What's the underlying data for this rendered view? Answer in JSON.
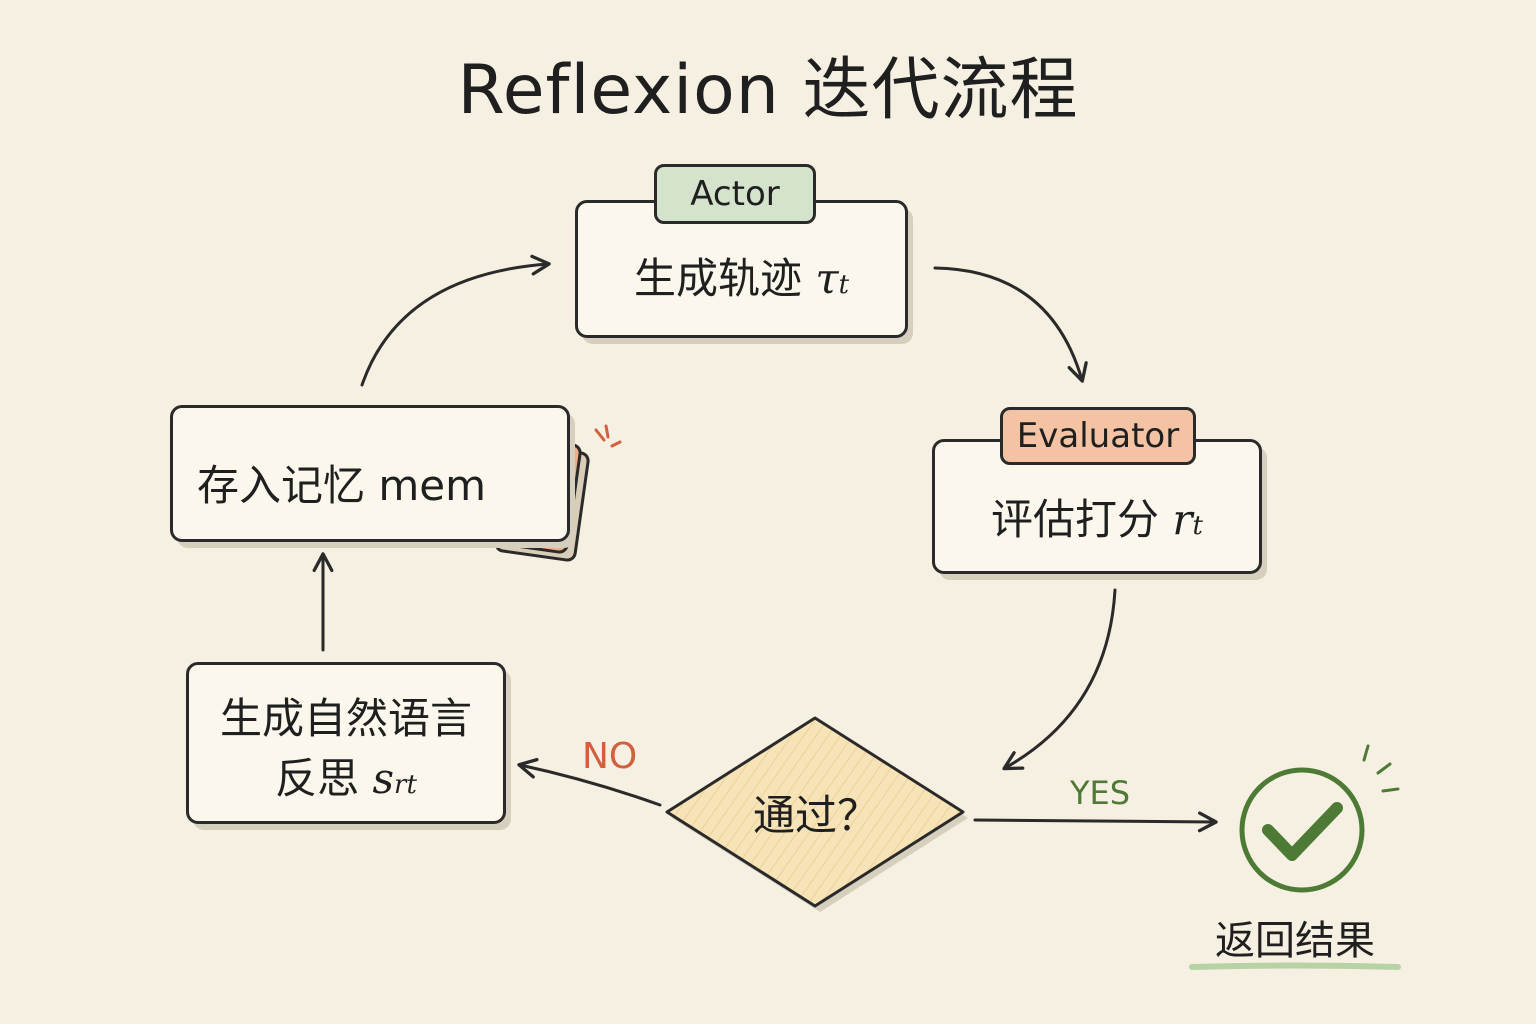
{
  "title": "Reflexion 迭代流程",
  "nodes": {
    "actor": {
      "tag": "Actor",
      "text": "生成轨迹",
      "symbol": "τ",
      "subscript": "t"
    },
    "evaluator": {
      "tag": "Evaluator",
      "text": "评估打分",
      "symbol": "r",
      "subscript": "t"
    },
    "decision": {
      "text": "通过？"
    },
    "reflection": {
      "line1": "生成自然语言",
      "line2": "反思",
      "symbol": "s",
      "subscript": "rt"
    },
    "memory": {
      "text": "存入记忆 mem"
    },
    "result": {
      "text": "返回结果"
    }
  },
  "edges": {
    "no_label": "NO",
    "yes_label": "YES"
  },
  "colors": {
    "background": "#f6f0e2",
    "actor_tag": "#d3e3cc",
    "evaluator_tag": "#f3c3a4",
    "decision_fill": "#f7e3b8",
    "notebook": "#eeae8a",
    "no": "#d1603d",
    "yes": "#4d7a35",
    "stroke": "#2a2a2a"
  },
  "icons": {
    "memory": "notebook-icon",
    "result": "check-circle-icon"
  }
}
